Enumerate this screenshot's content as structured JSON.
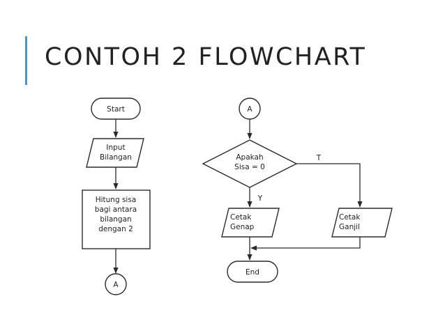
{
  "slide": {
    "title": "CONTOH 2 FLOWCHART"
  },
  "flowchart": {
    "left": {
      "start": "Start",
      "input_line1": "Input",
      "input_line2": "Bilangan",
      "process_line1": "Hitung sisa",
      "process_line2": "bagi antara",
      "process_line3": "bilangan",
      "process_line4": "dengan 2",
      "connector": "A"
    },
    "right": {
      "connector": "A",
      "decision_line1": "Apakah",
      "decision_line2": "Sisa = 0",
      "label_true": "T",
      "label_yes": "Y",
      "output_even_line1": "Cetak",
      "output_even_line2": "Genap",
      "output_odd_line1": "Cetak",
      "output_odd_line2": "Ganjil",
      "end": "End"
    }
  }
}
